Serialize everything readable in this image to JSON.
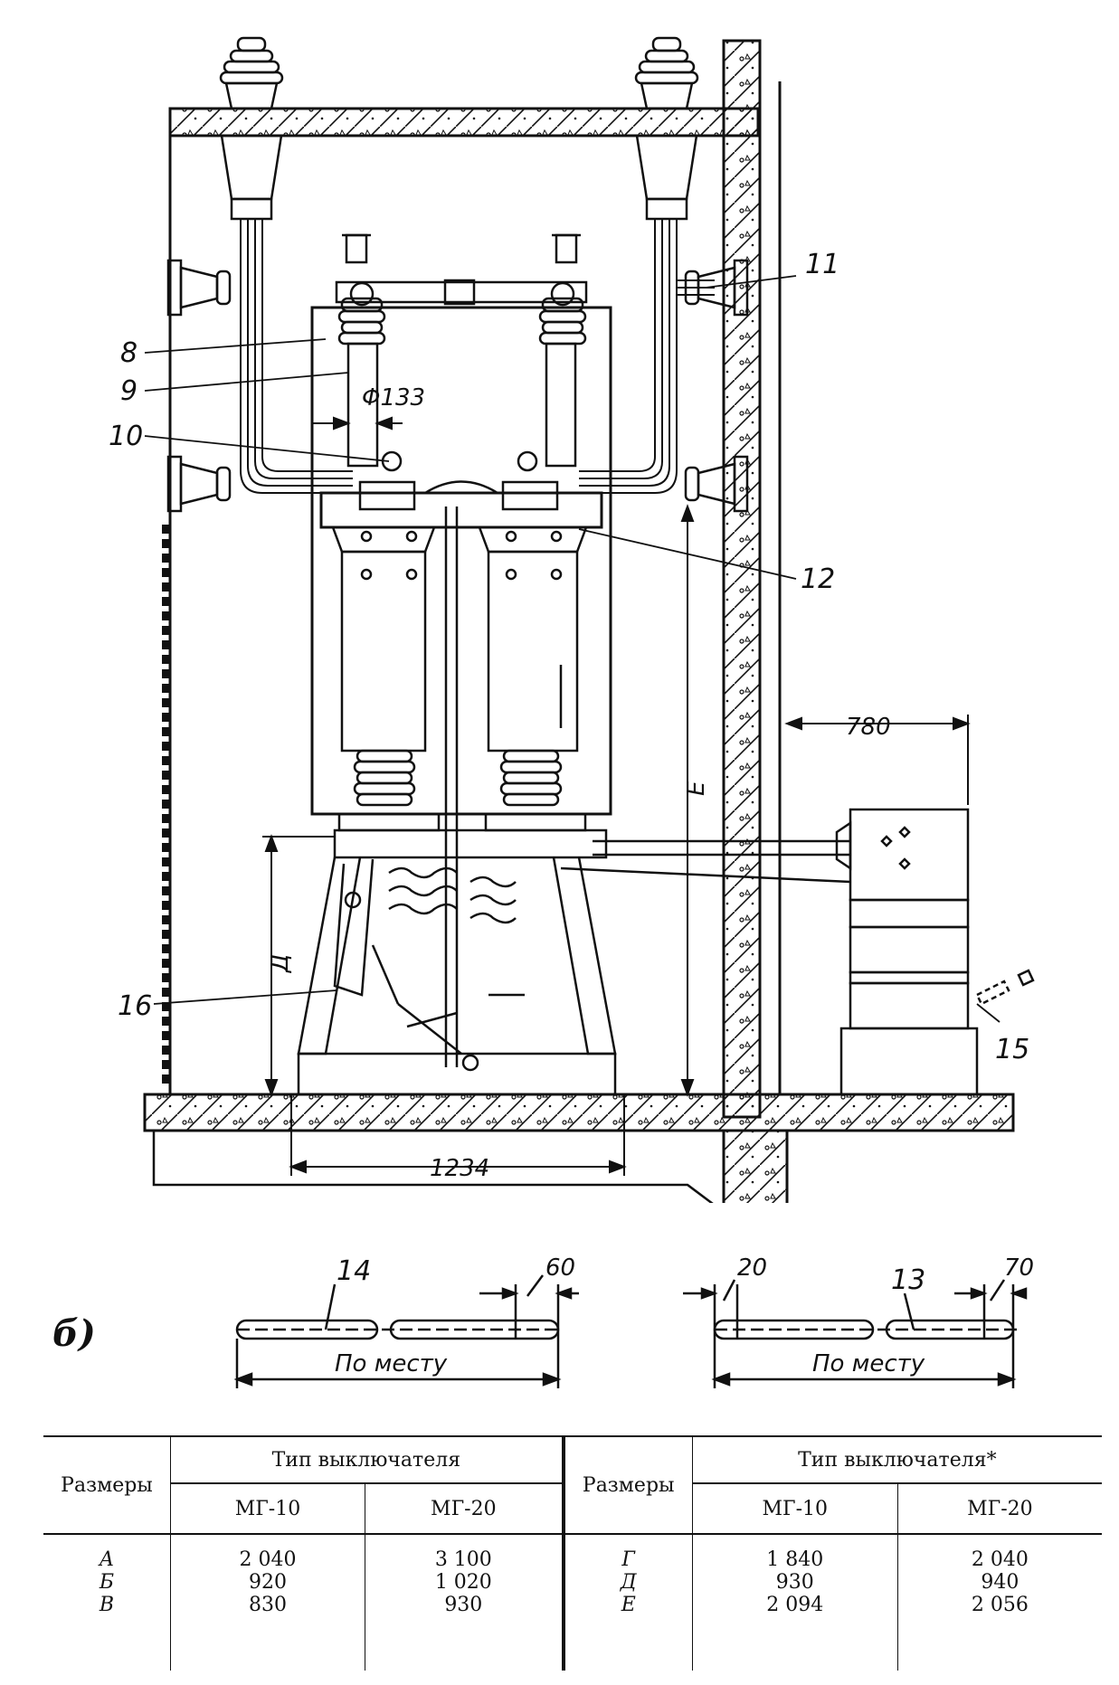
{
  "figure": {
    "callouts": [
      "8",
      "9",
      "10",
      "11",
      "12",
      "15",
      "16"
    ],
    "dimensions": {
      "diameter": "Φ133",
      "offset": "780",
      "base_width": "1234",
      "height_left": "Д",
      "height_right": "Е"
    }
  },
  "part_b": {
    "label": "б)",
    "pipe_14": {
      "callout": "14",
      "end_length": "60",
      "length_label": "По месту"
    },
    "pipe_13": {
      "callout": "13",
      "start_length": "20",
      "end_length": "70",
      "length_label": "По месту"
    }
  },
  "table": {
    "left": {
      "sizes_header": "Размеры",
      "type_header": "Тип выключателя",
      "col1": "МГ-10",
      "col2": "МГ-20",
      "rows": [
        {
          "size": "А",
          "mg10": "2 040",
          "mg20": "3 100"
        },
        {
          "size": "Б",
          "mg10": "920",
          "mg20": "1 020"
        },
        {
          "size": "В",
          "mg10": "830",
          "mg20": "930"
        }
      ]
    },
    "right": {
      "sizes_header": "Размеры",
      "type_header": "Тип выключателя*",
      "col1": "МГ-10",
      "col2": "МГ-20",
      "rows": [
        {
          "size": "Г",
          "mg10": "1 840",
          "mg20": "2 040"
        },
        {
          "size": "Д",
          "mg10": "930",
          "mg20": "940"
        },
        {
          "size": "Е",
          "mg10": "2 094",
          "mg20": "2 056"
        }
      ]
    }
  }
}
